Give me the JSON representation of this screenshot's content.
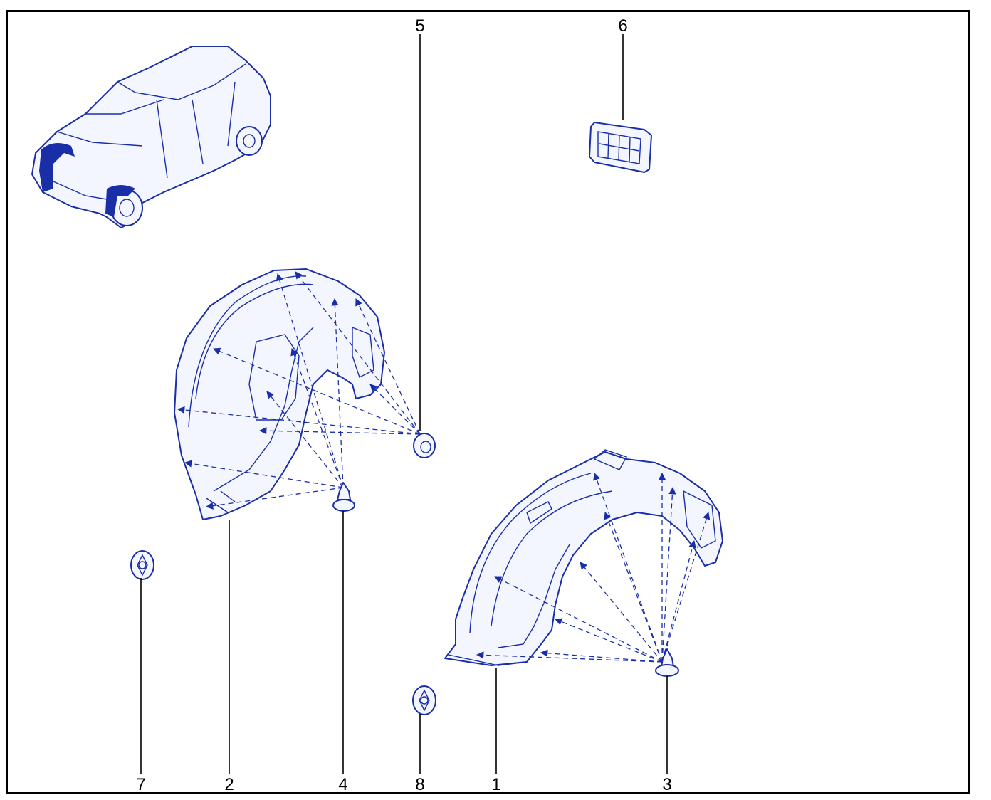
{
  "colors": {
    "line": "#1a2ea8",
    "frame": "#000000",
    "background": "#ffffff"
  },
  "parts": [
    {
      "id": "1",
      "label": "1",
      "name": "front-right-wheel-arch-liner"
    },
    {
      "id": "2",
      "label": "2",
      "name": "front-left-wheel-arch-liner"
    },
    {
      "id": "3",
      "label": "3",
      "name": "push-clip-right"
    },
    {
      "id": "4",
      "label": "4",
      "name": "push-clip-left"
    },
    {
      "id": "5",
      "label": "5",
      "name": "plastic-nut"
    },
    {
      "id": "6",
      "label": "6",
      "name": "vent-grille"
    },
    {
      "id": "7",
      "label": "7",
      "name": "speed-nut-left"
    },
    {
      "id": "8",
      "label": "8",
      "name": "speed-nut-right"
    }
  ]
}
